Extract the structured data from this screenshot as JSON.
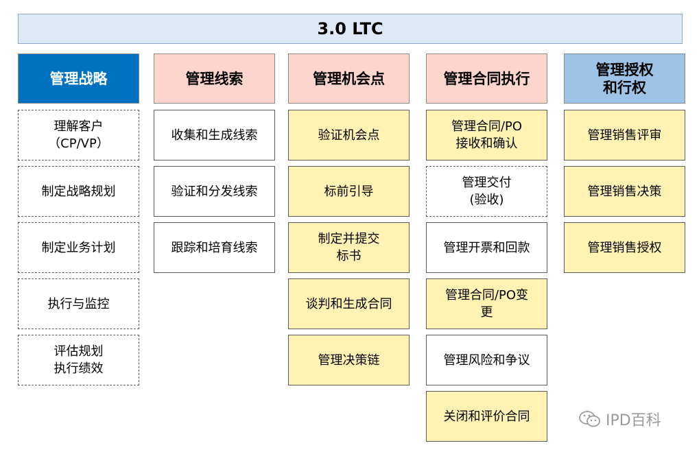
{
  "title": "3.0 LTC",
  "columns": [
    {
      "header": "管理战略",
      "header_bg": "#0070c0",
      "header_color": "#ffffff",
      "cells": [
        {
          "text": "理解客户\n（CP/VP）",
          "style": "dashed"
        },
        {
          "text": "制定战略规划",
          "style": "dashed"
        },
        {
          "text": "制定业务计划",
          "style": "dashed"
        },
        {
          "text": "执行与监控",
          "style": "dashed"
        },
        {
          "text": "评估规划\n执行绩效",
          "style": "dashed"
        }
      ]
    },
    {
      "header": "管理线索",
      "header_bg": "#fcd5cd",
      "header_color": "#000000",
      "cells": [
        {
          "text": "收集和生成线索",
          "style": "white"
        },
        {
          "text": "验证和分发线索",
          "style": "white"
        },
        {
          "text": "跟踪和培育线索",
          "style": "white"
        }
      ]
    },
    {
      "header": "管理机会点",
      "header_bg": "#fcd5cd",
      "header_color": "#000000",
      "cells": [
        {
          "text": "验证机会点",
          "style": "yellow"
        },
        {
          "text": "标前引导",
          "style": "yellow"
        },
        {
          "text": "制定并提交\n标书",
          "style": "yellow"
        },
        {
          "text": "谈判和生成合同",
          "style": "yellow"
        },
        {
          "text": "管理决策链",
          "style": "yellow"
        }
      ]
    },
    {
      "header": "管理合同执行",
      "header_bg": "#fcd5cd",
      "header_color": "#000000",
      "cells": [
        {
          "text": "管理合同/PO\n接收和确认",
          "style": "yellow"
        },
        {
          "text": "管理交付\n(验收)",
          "style": "dashed"
        },
        {
          "text": "管理开票和回款",
          "style": "white"
        },
        {
          "text": "管理合同/PO变\n更",
          "style": "yellow"
        },
        {
          "text": "管理风险和争议",
          "style": "white"
        },
        {
          "text": "关闭和评价合同",
          "style": "yellow"
        }
      ]
    },
    {
      "header": "管理授权\n和行权",
      "header_bg": "#9dc3e6",
      "header_color": "#000000",
      "cells": [
        {
          "text": "管理销售评审",
          "style": "yellow"
        },
        {
          "text": "管理销售决策",
          "style": "yellow"
        },
        {
          "text": "管理销售授权",
          "style": "yellow"
        }
      ]
    }
  ],
  "watermark": {
    "icon": "wechat-icon",
    "text": "IPD百科"
  }
}
